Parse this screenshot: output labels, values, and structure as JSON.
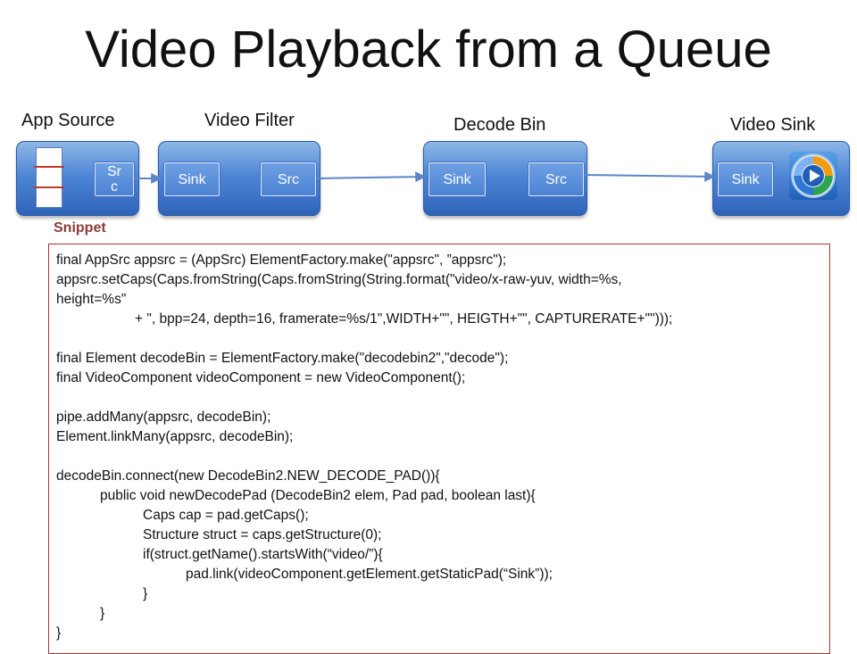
{
  "title": "Video Playback from a Queue",
  "stages": {
    "app_source": {
      "label": "App Source",
      "pad": "Src"
    },
    "video_filter": {
      "label": "Video Filter",
      "sink_pad": "Sink",
      "src_pad": "Src"
    },
    "decode_bin": {
      "label": "Decode Bin",
      "sink_pad": "Sink",
      "src_pad": "Src"
    },
    "video_sink": {
      "label": "Video Sink",
      "sink_pad": "Sink"
    }
  },
  "icons": {
    "queue": "queue-icon",
    "player": "media-player-icon"
  },
  "colors": {
    "element_blue": "#4f86d6",
    "snippet_label": "#8b3a3a",
    "arrow": "#5b86c8"
  },
  "snippet": {
    "label": "Snippet",
    "lines": [
      "final AppSrc appsrc = (AppSrc) ElementFactory.make(\"appsrc\", ”appsrc\");",
      "appsrc.setCaps(Caps.fromString(Caps.fromString(String.format(\"video/x-raw-yuv, width=%s,",
      "height=%s\"",
      "+ \", bpp=24, depth=16, framerate=%s/1\",WIDTH+\"\", HEIGTH+\"\", CAPTURERATE+\"\")));",
      "",
      "final Element decodeBin = ElementFactory.make(\"decodebin2\",\"decode\");",
      "final VideoComponent videoComponent = new VideoComponent();",
      "",
      "pipe.addMany(appsrc, decodeBin);",
      "Element.linkMany(appsrc, decodeBin);",
      "",
      "decodeBin.connect(new DecodeBin2.NEW_DECODE_PAD()){",
      "public void newDecodePad (DecodeBin2 elem, Pad pad, boolean last){",
      "Caps cap = pad.getCaps();",
      "Structure struct = caps.getStructure(0);",
      "if(struct.getName().startsWith(“video/”){",
      "pad.link(videoComponent.getElement.getStaticPad(“Sink”));",
      "}",
      "}",
      "}"
    ]
  }
}
